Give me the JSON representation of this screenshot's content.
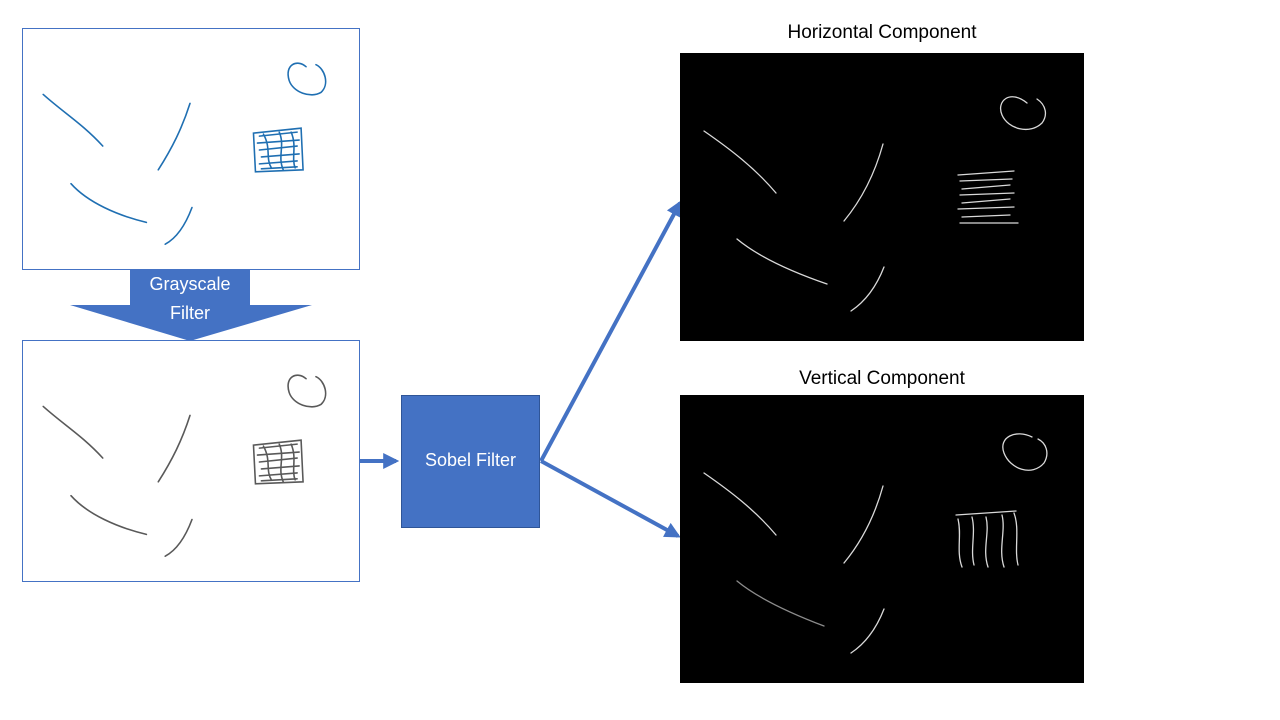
{
  "colors": {
    "accent": "#4472c4",
    "original_stroke": "#1f6fb2",
    "grayscale_stroke": "#595959",
    "edge_stroke": "#d9d9d9",
    "background": "#ffffff",
    "output_background": "#000000"
  },
  "nodes": {
    "grayscale_filter": {
      "label_line1": "Grayscale",
      "label_line2": "Filter"
    },
    "sobel_filter": {
      "label": "Sobel Filter"
    }
  },
  "outputs": {
    "horizontal": {
      "title": "Horizontal Component"
    },
    "vertical": {
      "title": "Vertical Component"
    }
  }
}
